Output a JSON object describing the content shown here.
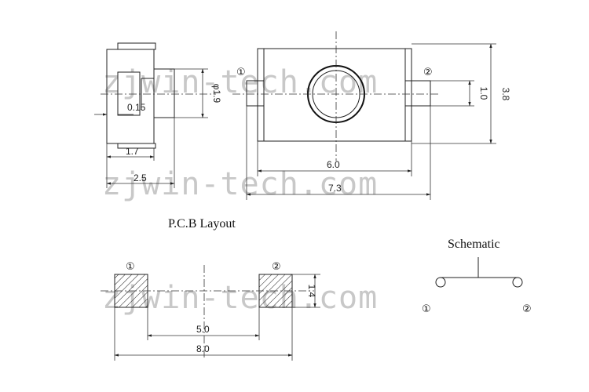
{
  "watermark": "zjwin-tech.com",
  "pcb_title": "P.C.B Layout",
  "schematic_title": "Schematic",
  "pins": {
    "p1": "①",
    "p2": "②"
  },
  "side_view": {
    "dim_body": "1.7",
    "dim_total": "2.5",
    "dim_lead": "0.15",
    "dim_height": "φ1.9"
  },
  "top_view": {
    "dim_width": "6.0",
    "dim_total": "7.3",
    "dim_lead": "1.0",
    "dim_height": "3.8"
  },
  "pcb": {
    "dim_inner": "5.0",
    "dim_total": "8.0",
    "dim_pad": "1.4"
  }
}
